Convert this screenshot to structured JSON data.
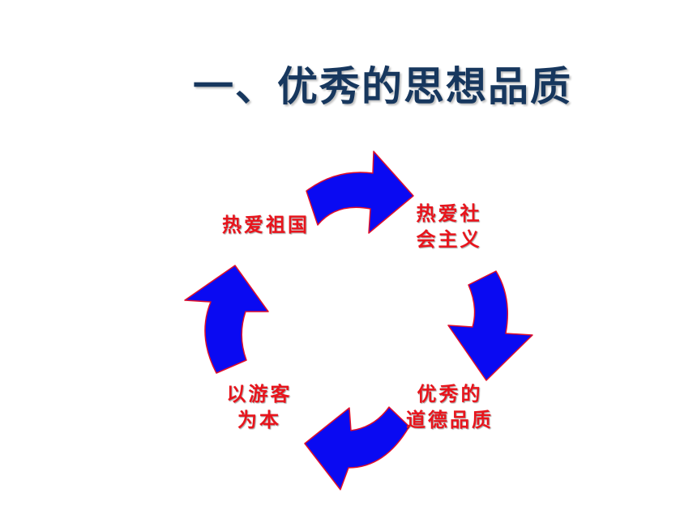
{
  "title": "一、优秀的思想品质",
  "colors": {
    "title": "#17375e",
    "label": "#e8141c",
    "arrow_fill": "#0a0af2",
    "arrow_stroke": "#e0102a",
    "background": "#ffffff"
  },
  "cycle": {
    "nodes": [
      {
        "id": "top-left",
        "lines": [
          "热爱祖国"
        ]
      },
      {
        "id": "top-right",
        "lines": [
          "热爱社",
          "会主义"
        ]
      },
      {
        "id": "bottom-right",
        "lines": [
          "优秀的",
          "道德品质"
        ]
      },
      {
        "id": "bottom-left",
        "lines": [
          "以游客",
          "为本"
        ]
      }
    ],
    "arrows": [
      {
        "from": "top-left",
        "to": "top-right",
        "icon": "curved-arrow-right"
      },
      {
        "from": "top-right",
        "to": "bottom-right",
        "icon": "curved-arrow-down"
      },
      {
        "from": "bottom-right",
        "to": "bottom-left",
        "icon": "curved-arrow-left"
      },
      {
        "from": "bottom-left",
        "to": "top-left",
        "icon": "curved-arrow-up"
      }
    ]
  }
}
